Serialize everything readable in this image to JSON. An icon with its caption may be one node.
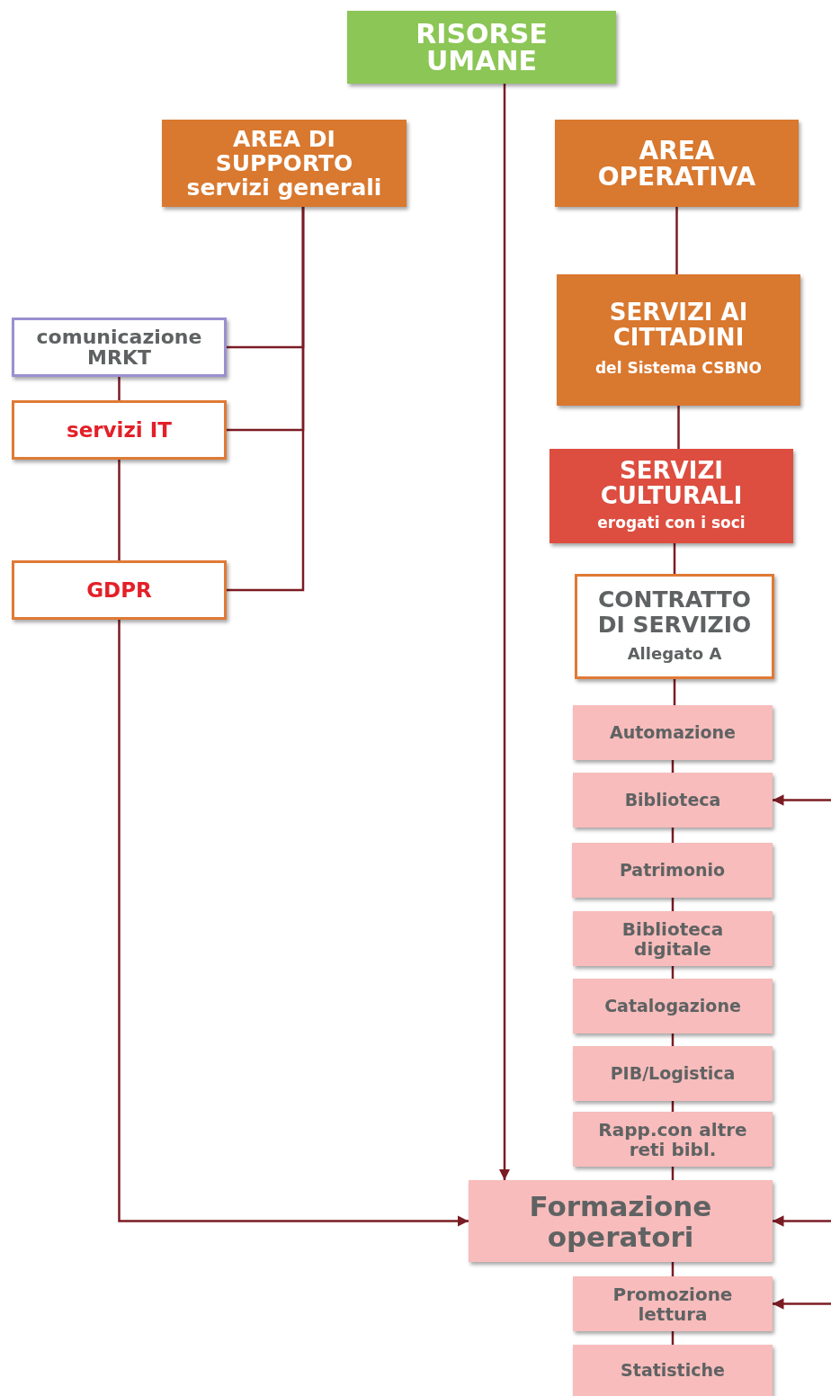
{
  "diagram": {
    "nodes": [
      {
        "text": [
          "RISORSE UMANE"
        ]
      },
      {
        "text": [
          "AREA DI SUPPORTO",
          "servizi generali"
        ]
      },
      {
        "text": [
          "AREA OPERATIVA"
        ]
      },
      {
        "text": [
          "comunicazione MRKT"
        ]
      },
      {
        "text": [
          "servizi IT"
        ]
      },
      {
        "text": [
          "GDPR"
        ]
      },
      {
        "text": [
          "SERVIZI AI CITTADINI",
          "del Sistema CSBNO"
        ]
      },
      {
        "text": [
          "SERVIZI CULTURALI",
          "erogati con i soci"
        ]
      },
      {
        "text": [
          "CONTRATTO DI SERVIZIO",
          "Allegato A"
        ]
      },
      {
        "text": [
          "Automazione"
        ]
      },
      {
        "text": [
          "Biblioteca"
        ]
      },
      {
        "text": [
          "Patrimonio"
        ]
      },
      {
        "text": [
          "Biblioteca digitale"
        ]
      },
      {
        "text": [
          "Catalogazione"
        ]
      },
      {
        "text": [
          "PIB/Logistica"
        ]
      },
      {
        "text": [
          "Rapp.con altre reti bibl."
        ]
      },
      {
        "text": [
          "Formazione operatori"
        ]
      },
      {
        "text": [
          "Promozione lettura"
        ]
      },
      {
        "text": [
          "Statistiche"
        ]
      }
    ],
    "edges": [
      {
        "from": 0,
        "to": 16,
        "arrow": "to"
      },
      {
        "from": 1,
        "to": 3,
        "arrow": "none"
      },
      {
        "from": 1,
        "to": 4,
        "arrow": "none"
      },
      {
        "from": 1,
        "to": 5,
        "arrow": "none"
      },
      {
        "from": 3,
        "to": 4,
        "arrow": "none"
      },
      {
        "from": 4,
        "to": 5,
        "arrow": "none"
      },
      {
        "from": 5,
        "to": 16,
        "arrow": "to"
      },
      {
        "from": 2,
        "to": 6,
        "arrow": "none"
      },
      {
        "from": 6,
        "to": 7,
        "arrow": "none"
      },
      {
        "from": 7,
        "to": 8,
        "arrow": "none"
      },
      {
        "from": 8,
        "to": 9,
        "arrow": "none"
      },
      {
        "from": 9,
        "to": 10,
        "arrow": "none"
      },
      {
        "from": 10,
        "to": 11,
        "arrow": "none"
      },
      {
        "from": 11,
        "to": 12,
        "arrow": "none"
      },
      {
        "from": 12,
        "to": 13,
        "arrow": "none"
      },
      {
        "from": 13,
        "to": 14,
        "arrow": "none"
      },
      {
        "from": 14,
        "to": 15,
        "arrow": "none"
      },
      {
        "from": 15,
        "to": 16,
        "arrow": "none"
      },
      {
        "from": 16,
        "to": 17,
        "arrow": "none"
      },
      {
        "from": 17,
        "to": 18,
        "arrow": "none"
      },
      {
        "from": null,
        "to": 10,
        "arrow": "to"
      },
      {
        "from": null,
        "to": 16,
        "arrow": "to"
      },
      {
        "from": null,
        "to": 17,
        "arrow": "to"
      }
    ]
  }
}
